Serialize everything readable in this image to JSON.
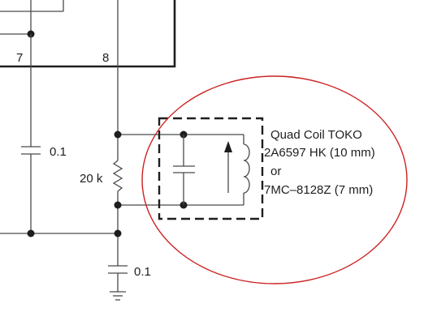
{
  "diagram": {
    "pins": {
      "pin7": "7",
      "pin8": "8"
    },
    "components": {
      "cap_left": "0.1",
      "resistor": "20 k",
      "cap_bottom": "0.1"
    },
    "annotation": {
      "line1": "Quad Coil TOKO",
      "line2": "2A6597 HK (10 mm)",
      "line3": "or",
      "line4": "7MC–8128Z (7 mm)"
    },
    "highlight_color": "#cc2222"
  }
}
